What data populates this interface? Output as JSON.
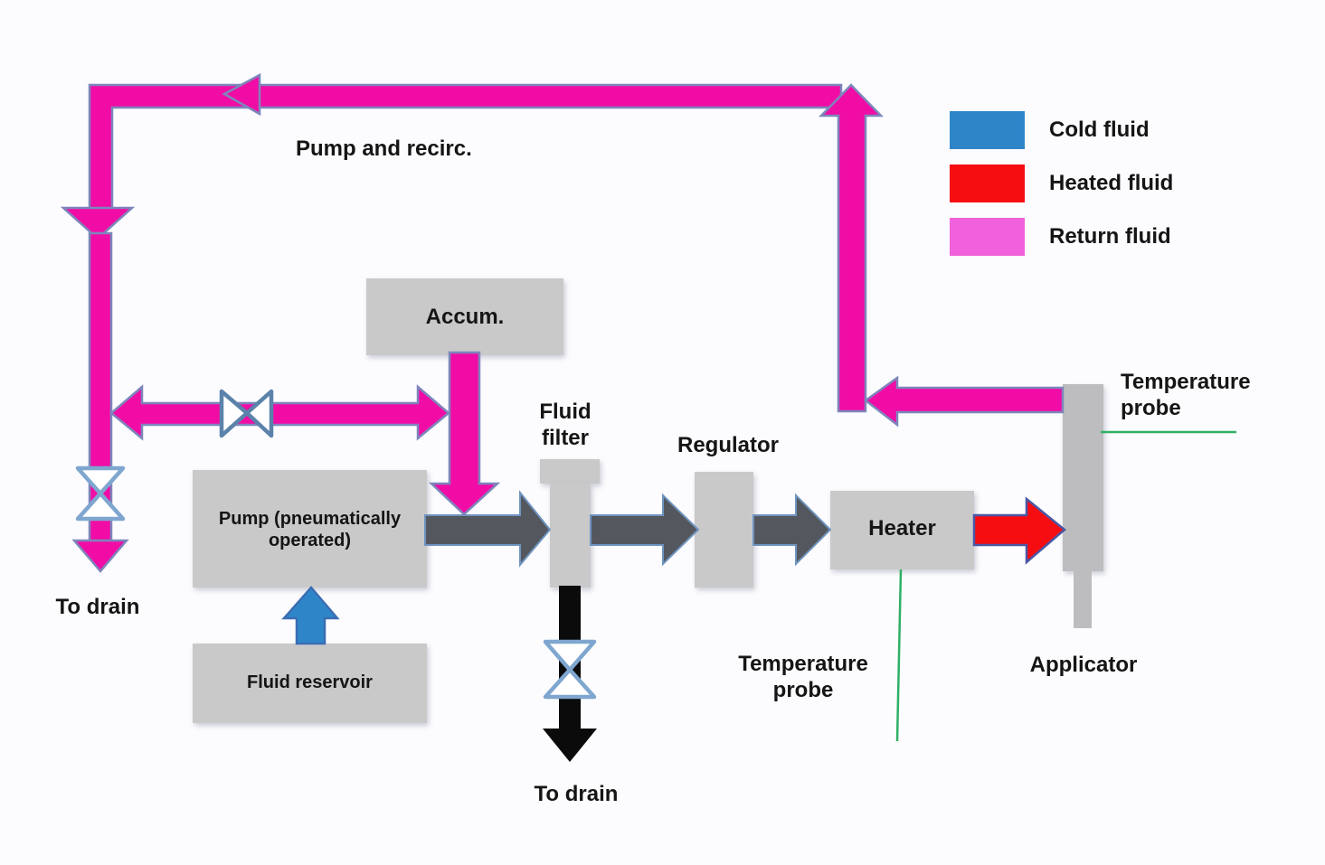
{
  "colors": {
    "background": "#fcfcfe",
    "box_fill": "#c9c9ca",
    "applicator_fill": "#bdbdbf",
    "pink": "#f10ca6",
    "pink_border": "#7d86bb",
    "blue": "#2e86c8",
    "blue_border": "#3a6db3",
    "red": "#f60d11",
    "red_border": "#4a57a5",
    "dark": "#54585e",
    "dark_border": "#6f94c0",
    "black": "#0b0b0b",
    "green": "#2fb065",
    "valve_stroke": "#5b82aa",
    "valve_stroke_light": "#7fa6cf",
    "white": "#ffffff"
  },
  "nodes": {
    "accum": "Accum.",
    "pump": "Pump (pneumatically operated)",
    "reservoir": "Fluid reservoir",
    "fluid_filter": "Fluid filter",
    "regulator": "Regulator",
    "heater": "Heater",
    "applicator": "Applicator"
  },
  "annotations": {
    "pump_recirc": "Pump and recirc.",
    "temp_probe_heater": "Temperature probe",
    "temp_probe_applicator": "Temperature probe",
    "to_drain_left": "To drain",
    "to_drain_filter": "To drain"
  },
  "legend": {
    "items": [
      {
        "label": "Cold fluid",
        "color": "#2e86c8"
      },
      {
        "label": "Heated fluid",
        "color": "#f60d11"
      },
      {
        "label": "Return fluid",
        "color": "#f061db"
      }
    ]
  }
}
